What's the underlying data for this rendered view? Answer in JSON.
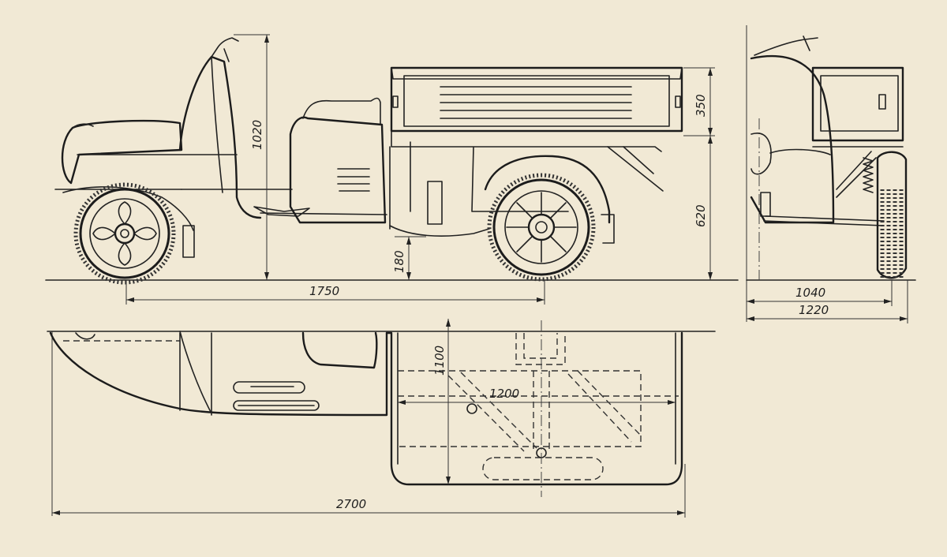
{
  "drawing": {
    "dimensions": {
      "height_total": "1020",
      "body_height": "350",
      "deck_height": "620",
      "ground_clearance": "180",
      "wheelbase": "1750",
      "rear_track": "1040",
      "overall_width": "1220",
      "body_length": "1100",
      "body_width": "1200",
      "overall_length": "2700"
    }
  }
}
